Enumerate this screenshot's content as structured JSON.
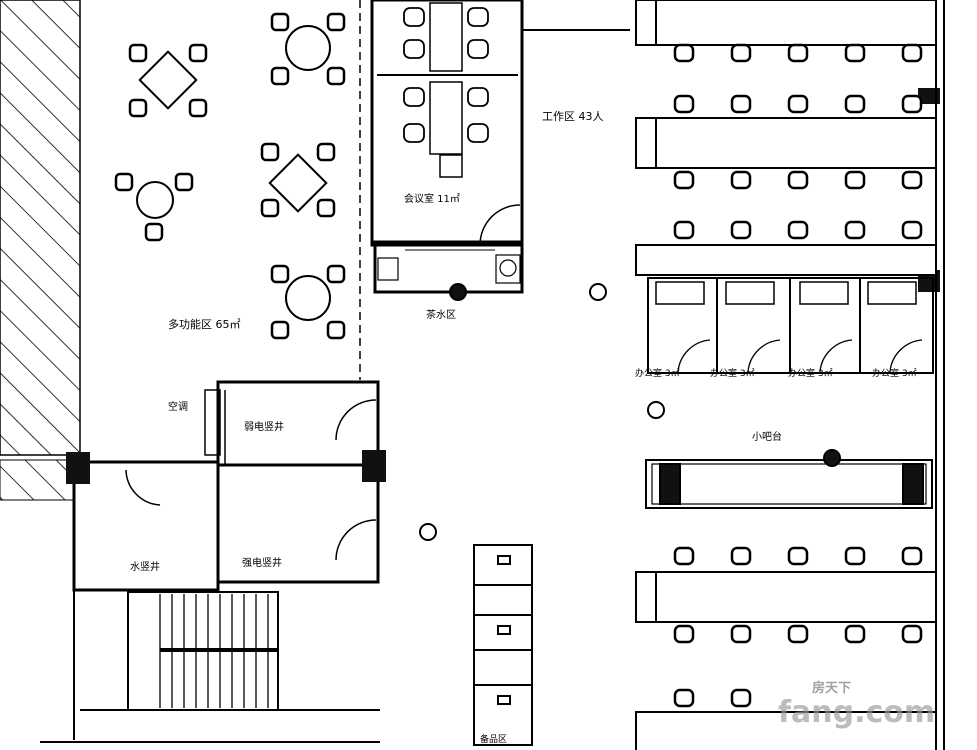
{
  "plan": {
    "rooms": {
      "multi_function": "多功能区 65㎡",
      "meeting": "会议室 11㎡",
      "work_area": "工作区 43人",
      "tea": "茶水区",
      "office_1": "办公室 3㎡",
      "office_2": "办公室 3㎡",
      "office_3": "办公室 3㎡",
      "office_4": "办公室 3㎡",
      "reception": "小吧台",
      "weak_shaft": "弱电竖井",
      "strong_shaft": "强电竖井",
      "water_shaft": "水竖井",
      "aircon": "空调",
      "filing": "备品区"
    },
    "watermark": {
      "cn": "房天下",
      "en": "fang.com"
    }
  }
}
